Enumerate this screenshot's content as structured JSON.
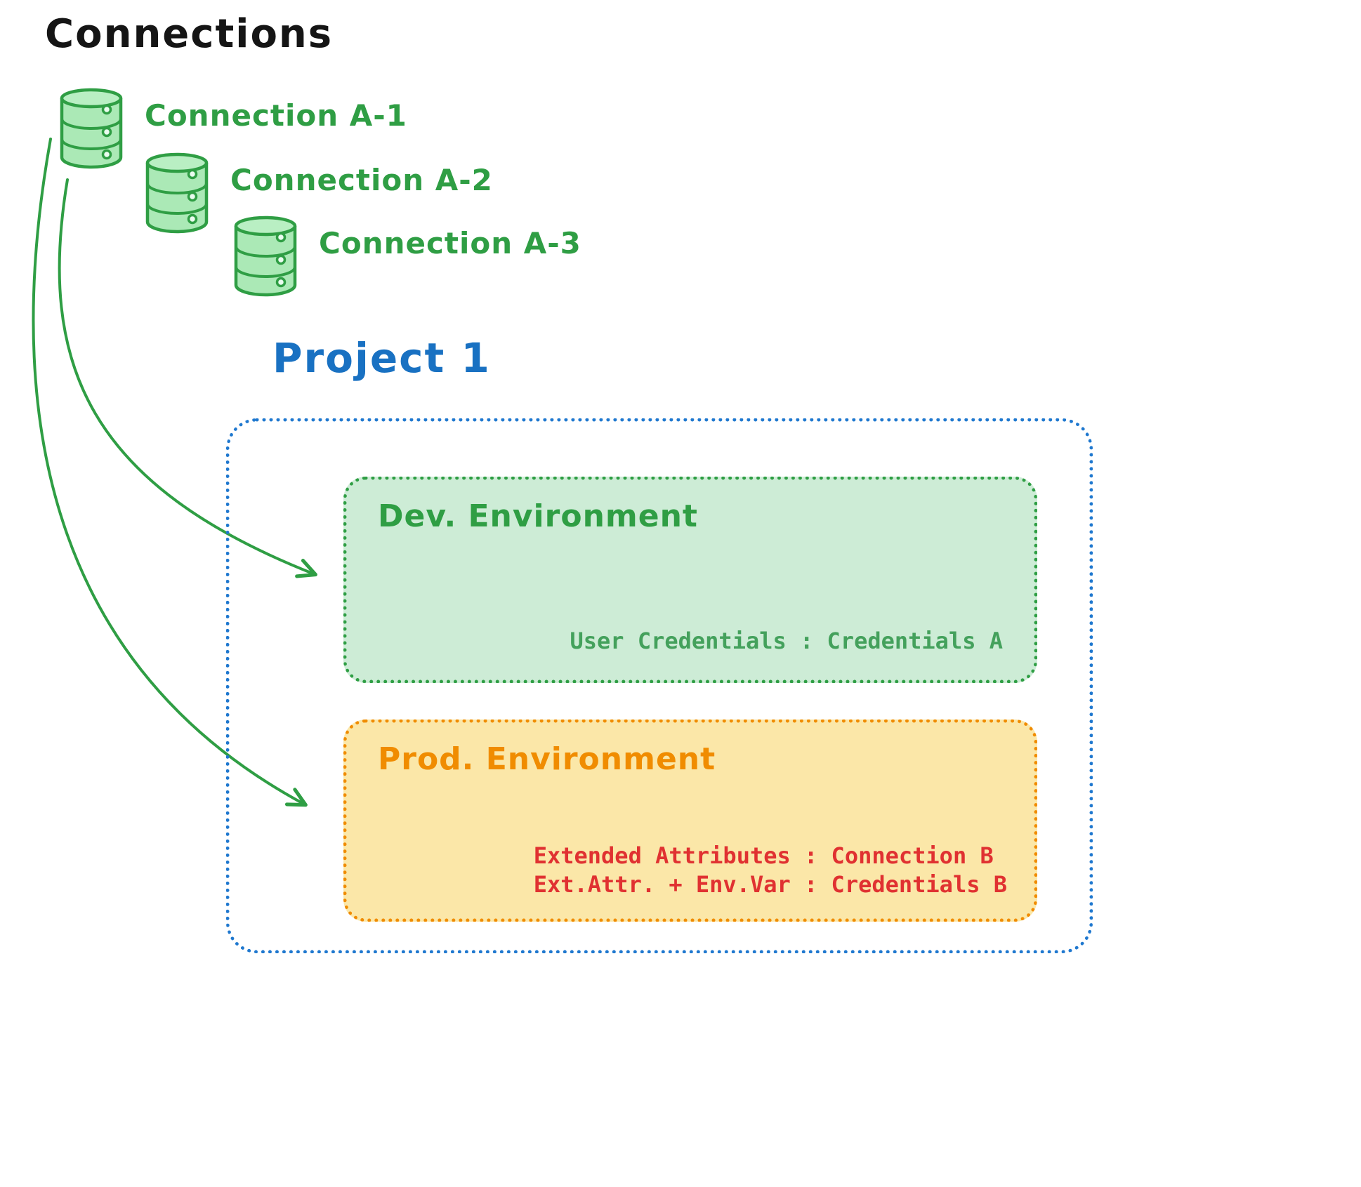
{
  "page": {
    "title": "Connections"
  },
  "connections": {
    "items": [
      {
        "label": "Connection A-1"
      },
      {
        "label": "Connection A-2"
      },
      {
        "label": "Connection A-3"
      }
    ]
  },
  "project": {
    "title": "Project 1",
    "dev_environment": {
      "title": "Dev. Environment",
      "credentials_line": "User Credentials : Credentials A"
    },
    "prod_environment": {
      "title": "Prod. Environment",
      "lines": [
        "Extended Attributes : Connection B",
        "Ext.Attr. + Env.Var : Credentials B"
      ]
    }
  },
  "icons": {
    "database": "database-cylinder-icon",
    "arrowhead": "open-v-arrowhead"
  },
  "colors": {
    "green": "#2f9e44",
    "green_fill": "#cdecd6",
    "db_fill": "#abe9b6",
    "blue": "#1971c2",
    "orange": "#f08c00",
    "orange_fill": "#fbe7a8",
    "red": "#e03131",
    "black": "#151515"
  }
}
